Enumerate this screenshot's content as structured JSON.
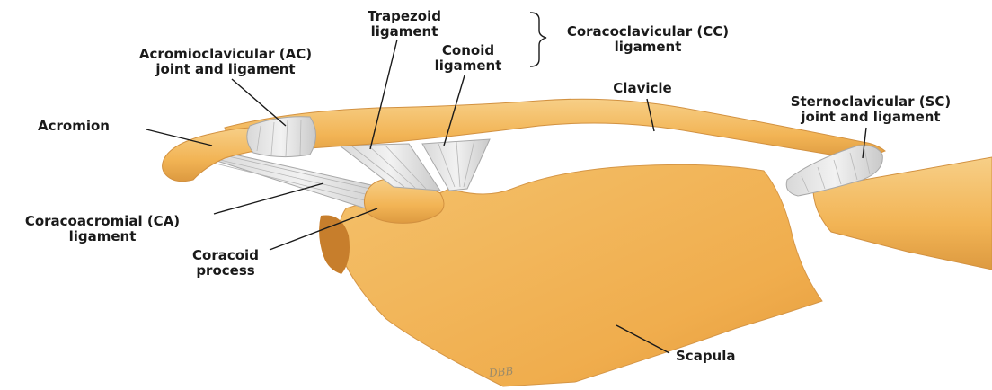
{
  "labels": {
    "trapezoid": [
      "Trapezoid",
      "ligament"
    ],
    "cc": [
      "Coracoclavicular (CC)",
      "ligament"
    ],
    "conoid": [
      "Conoid",
      "ligament"
    ],
    "ac": [
      "Acromioclavicular (AC)",
      "joint and ligament"
    ],
    "clavicle": "Clavicle",
    "sc": [
      "Sternoclavicular (SC)",
      "joint and ligament"
    ],
    "acromion": "Acromion",
    "ca": [
      "Coracoacromial (CA)",
      "ligament"
    ],
    "coracoid": [
      "Coracoid",
      "process"
    ],
    "scapula": "Scapula"
  },
  "artist_signature": "DBB",
  "colors": {
    "bone": "#f2b455",
    "bone_light": "#f7cf87",
    "bone_shadow": "#d9923a",
    "ligament": "#e6e6e6",
    "ligament_stroke": "#a8a8a8",
    "text": "#1a1a1a"
  }
}
